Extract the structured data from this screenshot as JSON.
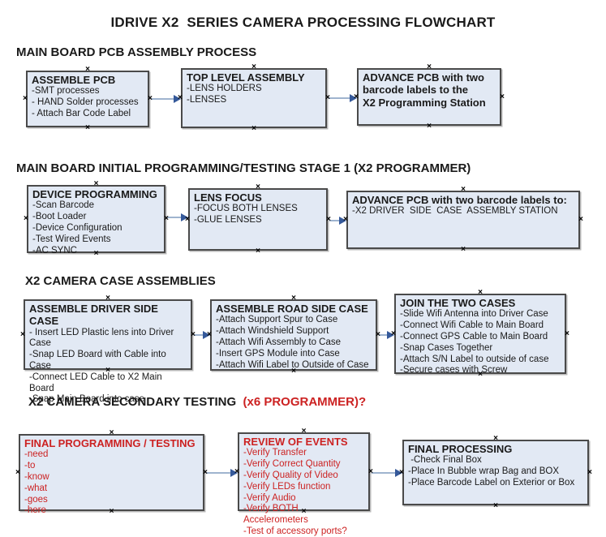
{
  "title": "IDRIVE X2  SERIES CAMERA PROCESSING FLOWCHART",
  "colors": {
    "box_fill": "#e2e9f4",
    "box_border": "#4a4a4a",
    "arrow_line": "#9fb4cf",
    "arrow_head": "#35599a",
    "red_text": "#cc2222",
    "black_text": "#1a1a1a"
  },
  "icons": {
    "connection_handle": "×"
  },
  "sections": [
    {
      "heading": "MAIN BOARD PCB ASSEMBLY PROCESS",
      "boxes": [
        {
          "title": "ASSEMBLE PCB",
          "items": [
            "-SMT processes",
            "- HAND Solder processes",
            "- Attach Bar Code Label"
          ]
        },
        {
          "title": "TOP LEVEL ASSEMBLY",
          "items": [
            "-LENS HOLDERS",
            "-LENSES"
          ]
        },
        {
          "title": "ADVANCE PCB with two\nbarcode labels to the\n X2 Programming Station",
          "items": []
        }
      ]
    },
    {
      "heading": "MAIN BOARD INITIAL PROGRAMMING/TESTING STAGE 1 (X2 PROGRAMMER)",
      "boxes": [
        {
          "title": "DEVICE PROGRAMMING",
          "items": [
            "-Scan Barcode",
            "-Boot Loader",
            "-Device Configuration",
            "-Test Wired Events",
            "-AC SYNC"
          ]
        },
        {
          "title": "LENS FOCUS",
          "items": [
            "-FOCUS BOTH LENSES",
            "-GLUE LENSES"
          ]
        },
        {
          "title": "ADVANCE PCB with two barcode labels to:",
          "items": [
            "-X2 DRIVER  SIDE  CASE  ASSEMBLY STATION"
          ]
        }
      ]
    },
    {
      "heading": "X2 CAMERA CASE ASSEMBLIES",
      "boxes": [
        {
          "title": "ASSEMBLE DRIVER SIDE CASE",
          "items": [
            "- Insert LED Plastic lens into Driver Case",
            "-Snap LED Board with Cable into Case",
            "-Connect LED Cable to X2 Main Board",
            "-Snap Main Board into case"
          ]
        },
        {
          "title": "ASSEMBLE ROAD SIDE CASE",
          "items": [
            "-Attach Support Spur to Case",
            "-Attach Windshield Support",
            "-Attach Wifi Assembly to Case",
            "-Insert GPS Module into Case",
            "-Attach Wifi Label to Outside of Case"
          ]
        },
        {
          "title": "JOIN THE TWO CASES",
          "items": [
            "-Slide Wifi Antenna into Driver Case",
            "-Connect Wifi Cable to Main Board",
            "-Connect GPS Cable to Main Board",
            "-Snap Cases Together",
            "-Attach S/N Label to outside of case",
            "-Secure cases with Screw"
          ]
        }
      ]
    },
    {
      "heading": "X2 CAMERA SECONDARY TESTING ",
      "heading_red": " (x6 PROGRAMMER)?",
      "boxes": [
        {
          "title": "FINAL PROGRAMMING / TESTING",
          "items": [
            "-need",
            "-to",
            "-know",
            "-what",
            "-goes",
            "-here"
          ]
        },
        {
          "title": "REVIEW OF EVENTS",
          "items": [
            "-Verify Transfer",
            "-Verify Correct Quantity",
            "-Verify Quality of Video",
            "-Verify LEDs function",
            "-Verify Audio",
            "-Verify BOTH Accelerometers",
            "-Test of accessory ports?"
          ]
        },
        {
          "title": "FINAL PROCESSING",
          "items": [
            " -Check Final Box",
            "-Place In Bubble wrap Bag and BOX",
            "-Place Barcode Label on Exterior or Box"
          ]
        }
      ]
    }
  ]
}
